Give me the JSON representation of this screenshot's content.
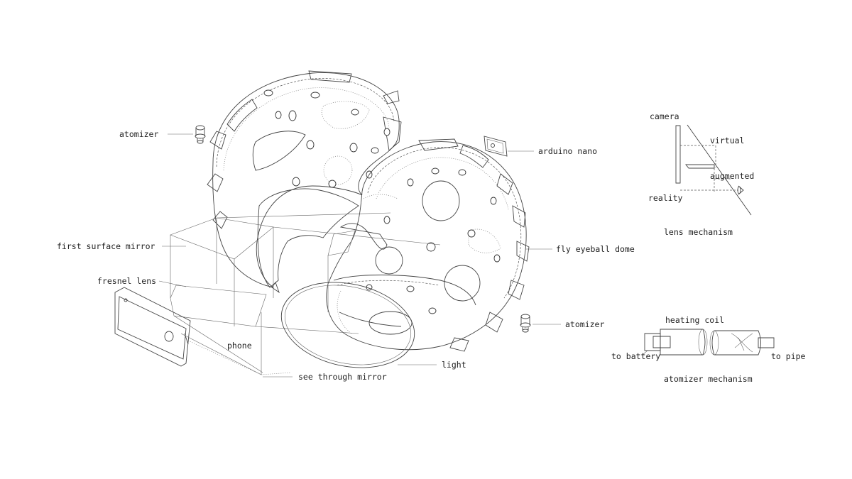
{
  "labels": {
    "atomizer_top": "atomizer",
    "arduino": "arduino nano",
    "first_mirror": "first surface mirror",
    "fly_dome": "fly eyeball dome",
    "fresnel": "fresnel lens",
    "phone": "phone",
    "atomizer_right": "atomizer",
    "light": "light",
    "see_through": "see through mirror",
    "camera": "camera",
    "virtual": "virtual",
    "augmented": "augmented",
    "reality": "reality",
    "lens_mechanism": "lens mechanism",
    "heating_coil": "heating coil",
    "to_battery": "to battery",
    "to_pipe": "to pipe",
    "atomizer_mechanism": "atomizer mechanism"
  },
  "colors": {
    "ink": "#222222",
    "line": "#444444",
    "background": "#ffffff"
  }
}
